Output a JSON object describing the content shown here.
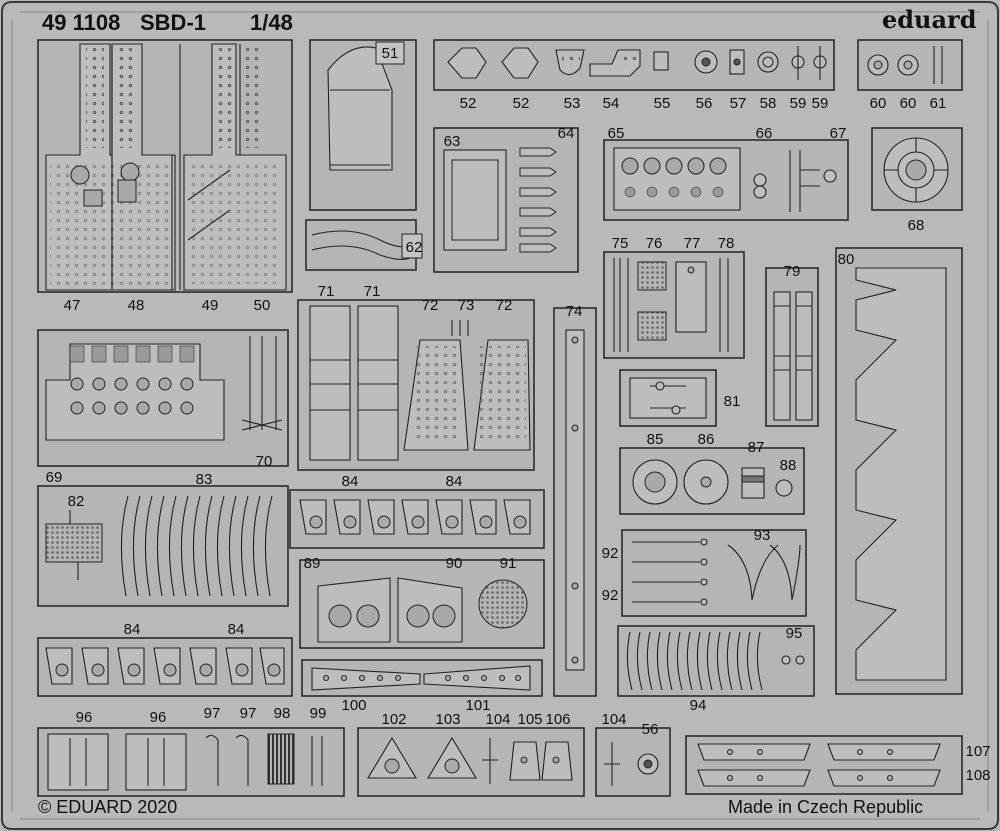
{
  "header": {
    "set_number": "49 1108",
    "model": "SBD-1",
    "scale": "1/48",
    "brand": "eduard"
  },
  "footer": {
    "copyright": "© EDUARD 2020",
    "origin": "Made in Czech Republic"
  },
  "part_labels": {
    "p47": "47",
    "p48": "48",
    "p49": "49",
    "p50": "50",
    "p51": "51",
    "p52a": "52",
    "p52b": "52",
    "p53": "53",
    "p54": "54",
    "p55": "55",
    "p56a": "56",
    "p57": "57",
    "p58": "58",
    "p59a": "59",
    "p59b": "59",
    "p60a": "60",
    "p60b": "60",
    "p61": "61",
    "p62": "62",
    "p63": "63",
    "p64": "64",
    "p65": "65",
    "p66": "66",
    "p67": "67",
    "p68": "68",
    "p69": "69",
    "p70": "70",
    "p71a": "71",
    "p71b": "71",
    "p72a": "72",
    "p73": "73",
    "p72b": "72",
    "p74": "74",
    "p75": "75",
    "p76": "76",
    "p77": "77",
    "p78": "78",
    "p79": "79",
    "p80": "80",
    "p81": "81",
    "p82": "82",
    "p83": "83",
    "p84a": "84",
    "p84b": "84",
    "p84c": "84",
    "p84d": "84",
    "p85": "85",
    "p86": "86",
    "p87": "87",
    "p88": "88",
    "p89": "89",
    "p90": "90",
    "p91": "91",
    "p92a": "92",
    "p92b": "92",
    "p93": "93",
    "p94": "94",
    "p95": "95",
    "p96a": "96",
    "p96b": "96",
    "p97a": "97",
    "p97b": "97",
    "p98": "98",
    "p99": "99",
    "p100": "100",
    "p101": "101",
    "p102": "102",
    "p103": "103",
    "p104a": "104",
    "p105": "105",
    "p106": "106",
    "p104b": "104",
    "p56b": "56",
    "p107": "107",
    "p108": "108"
  },
  "colors": {
    "sheet": "#b9b9b9",
    "frame": "#b5b5b5",
    "outline": "#222222"
  }
}
